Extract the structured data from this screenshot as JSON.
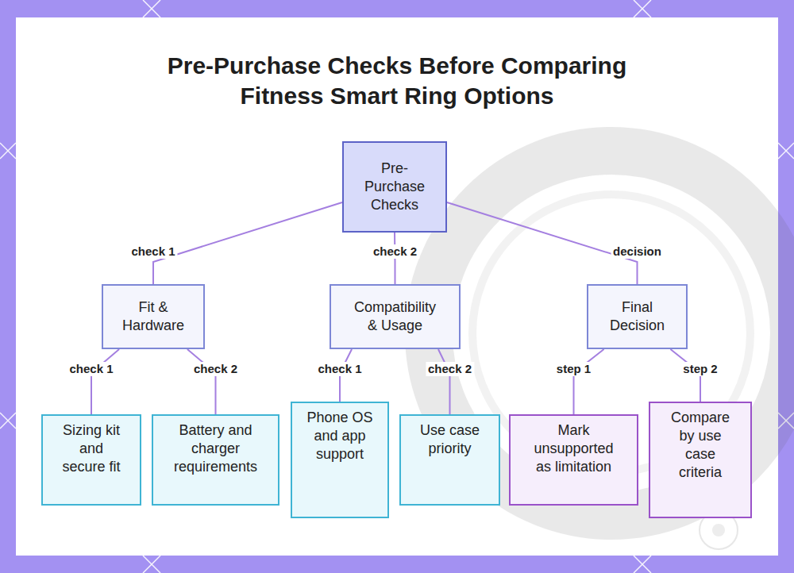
{
  "diagram": {
    "title": "Pre-Purchase Checks Before Comparing Fitness Smart Ring Options",
    "nodes": [
      {
        "text": [
          "Pre-Purchase Checks"
        ]
      },
      {
        "text": [
          "Fit & Hardware"
        ]
      },
      {
        "text": [
          "Compatibility & Usage"
        ]
      },
      {
        "text": [
          "Final Decision"
        ]
      },
      {
        "text": [
          "Sizing kit and secure fit"
        ]
      },
      {
        "text": [
          "Battery and charger requirements"
        ]
      },
      {
        "text": [
          "Phone OS and app support"
        ]
      },
      {
        "text": [
          "Use case priority"
        ]
      },
      {
        "text": [
          "Mark unsupported as limitation"
        ]
      },
      {
        "text": [
          "Compare by use case criteria"
        ]
      }
    ],
    "edges": [
      {
        "from": 0,
        "to": 1,
        "label": "check 1",
        "arrow": "none"
      },
      {
        "from": 0,
        "to": 2,
        "label": "check 2",
        "arrow": "none"
      },
      {
        "from": 0,
        "to": 3,
        "label": "decision",
        "arrow": "none"
      },
      {
        "from": 1,
        "to": 4,
        "label": "check 1",
        "arrow": "none"
      },
      {
        "from": 1,
        "to": 5,
        "label": "check 2",
        "arrow": "none"
      },
      {
        "from": 2,
        "to": 6,
        "label": "check 1",
        "arrow": "none"
      },
      {
        "from": 2,
        "to": 7,
        "label": "check 2",
        "arrow": "none"
      },
      {
        "from": 3,
        "to": 8,
        "label": "step 1",
        "arrow": "none"
      },
      {
        "from": 3,
        "to": 9,
        "label": "step 2",
        "arrow": "none"
      }
    ]
  }
}
